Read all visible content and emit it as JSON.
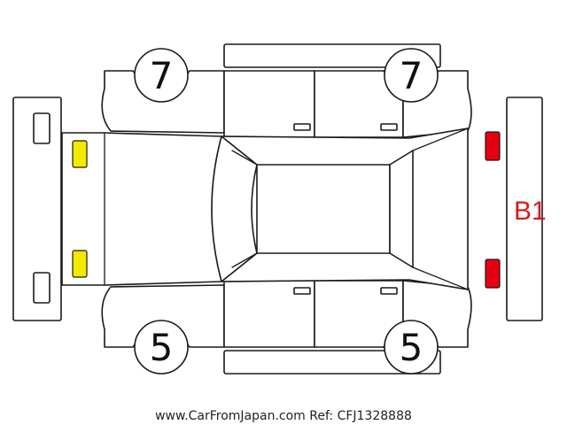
{
  "colors": {
    "line": "#1a1a1a",
    "yellow_mark": "#f2ea00",
    "red_mark": "#e60012",
    "damage_code": "#d7191e"
  },
  "grades": {
    "front_left": "7",
    "rear_left": "7",
    "front_right": "5",
    "rear_right": "5"
  },
  "damage": {
    "rear_code": "B1"
  },
  "footer": {
    "watermark": "www.CarFromJapan.com Ref: CFJ1328888"
  }
}
